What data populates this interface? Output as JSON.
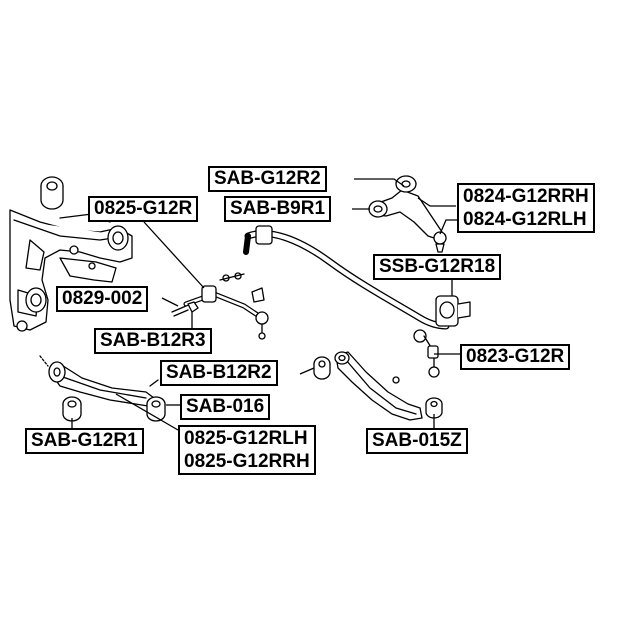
{
  "part_labels": {
    "sab_g12r2": "SAB-G12R2",
    "sab_b9r1": "SAB-B9R1",
    "code_0824_g12rrh": "0824-G12RRH",
    "code_0824_g12rlh": "0824-G12RLH",
    "code_0825_g12r": "0825-G12R",
    "ssb_g12r18": "SSB-G12R18",
    "code_0829_002": "0829-002",
    "sab_b12r3": "SAB-B12R3",
    "sab_b12r2": "SAB-B12R2",
    "code_0823_g12r": "0823-G12R",
    "sab_016": "SAB-016",
    "sab_g12r1": "SAB-G12R1",
    "code_0825_g12rlh": "0825-G12RLH",
    "code_0825_g12rrh": "0825-G12RRH",
    "sab_015z": "SAB-015Z"
  },
  "colors": {
    "line": "#000000",
    "label_border": "#000000",
    "label_bg": "#ffffff",
    "part_fill": "#ffffff"
  }
}
